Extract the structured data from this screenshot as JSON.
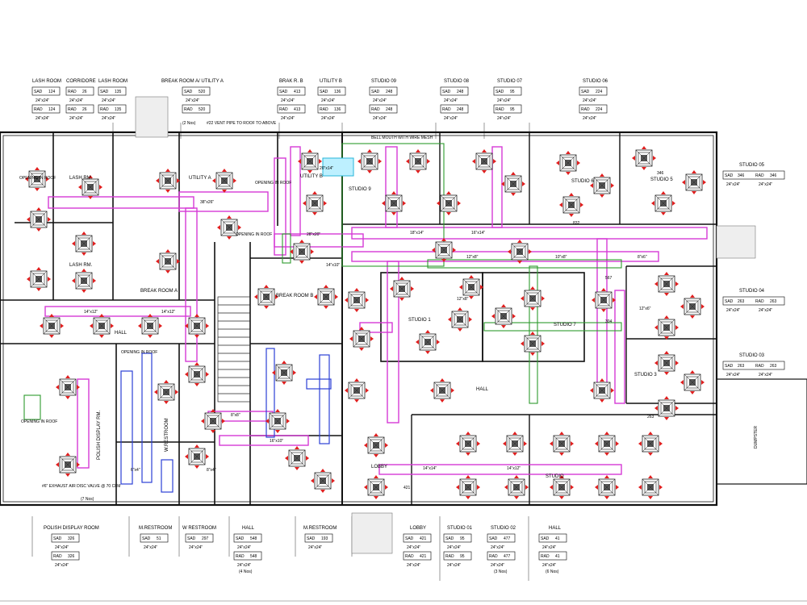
{
  "top_schedule": [
    {
      "room": "LASH ROOM",
      "sad": "124",
      "rad": "124",
      "size": "24\"x24\""
    },
    {
      "room": "CORRIDORE",
      "sad": "26",
      "rad": "26",
      "size": "24\"x24\""
    },
    {
      "room": "LASH ROOM",
      "sad": "135",
      "rad": "135",
      "size": "24\"x24\""
    },
    {
      "room": "BREAK ROOM A/ UTILITY A",
      "sad": "520",
      "rad": "520",
      "size": "24\"x24\"",
      "note": "(2 Nos)"
    },
    {
      "room": "BRAK R. B",
      "sad": "413",
      "rad": "413",
      "size": "24\"x24\""
    },
    {
      "room": "UTILITY B",
      "sad": "136",
      "rad": "136",
      "size": "24\"x24\""
    },
    {
      "room": "STUDIO 09",
      "sad": "248",
      "rad": "248",
      "size": "24\"x24\""
    },
    {
      "room": "STUDIO 08",
      "sad": "248",
      "rad": "248",
      "size": "24\"x24\""
    },
    {
      "room": "STUDIO 07",
      "sad": "95",
      "rad": "95",
      "size": "24\"x24\""
    },
    {
      "room": "STUDIO 06",
      "sad": "224",
      "rad": "224",
      "size": "24\"x24\""
    }
  ],
  "right_schedule": [
    {
      "room": "STUDIO 05",
      "sad": "346",
      "rad": "346",
      "size": "24\"x24\""
    },
    {
      "room": "STUDIO 04",
      "sad": "263",
      "rad": "263",
      "size": "24\"x24\""
    },
    {
      "room": "STUDIO 03",
      "sad": "263",
      "rad": "263",
      "size": "24\"x24\""
    }
  ],
  "bottom_schedule": [
    {
      "room": "POLISH DISPLAY ROOM",
      "sad": "326",
      "rad": "326",
      "size": "24\"x24\""
    },
    {
      "room": "M.RESTROOM",
      "sad": "51",
      "size": "24\"x24\""
    },
    {
      "room": "W RESTROOM",
      "sad": "297",
      "size": "24\"x24\""
    },
    {
      "room": "HALL",
      "sad": "548",
      "rad": "548",
      "size": "24\"x24\"",
      "note": "(4 Nos)"
    },
    {
      "room": "M.RESTROOM",
      "sad": "193",
      "size": "24\"x24\""
    },
    {
      "room": "LOBBY",
      "sad": "421",
      "rad": "421",
      "size": "24\"x24\""
    },
    {
      "room": "STUDIO 01",
      "sad": "95",
      "rad": "95",
      "size": "24\"x24\""
    },
    {
      "room": "STUDIO 02",
      "sad": "477",
      "rad": "477",
      "size": "24\"x24\"",
      "note": "(3 Nos)"
    },
    {
      "room": "HALL",
      "sad": "41",
      "rad": "41",
      "size": "24\"x24\"",
      "note": "(6 Nos)"
    }
  ],
  "room_labels": {
    "lash_rm_1": "LASH RM.",
    "lash_rm_2": "LASH RM.",
    "break_room_a": "BREAK ROOM A",
    "break_room_b": "BREAK ROOM B",
    "utility_a": "UTILITY A",
    "utility_b": "UTILITY B",
    "hall_left": "HALL",
    "hall_center": "HALL",
    "lobby": "LOBBY",
    "studio_1": "STUDIO 1",
    "studio_3": "STUDIO 3",
    "studio_5": "STUDIO 5",
    "studio_6": "STUDIO 6",
    "studio_7": "STUDIO 7",
    "studio_9": "STUDIO 9",
    "polish_display": "POLISH DISPLAY RM.",
    "w_restroom": "W.RESTROOM",
    "studio_lower": "STUDIO"
  },
  "annotations": {
    "vent_pipe": "#22 VENT PIPE TO ROOF TO ABOVE",
    "bell_mouth": "BELL MOUTH WITH WIRE MESH",
    "opening_roof_1": "OPENING IN ROOF",
    "opening_roof_2": "OPENING IN ROOF",
    "opening_roof_3": "OPENING IN ROOF",
    "opening_roof_4": "OPENING IN ROOF",
    "opening_roof_5": "OPENING IN ROOF",
    "exhaust": "#6\" EXHAUST AIR DISC VALVE @ 70 CFM",
    "exhaust_nos": "(7 Nos)",
    "dumpster": "DUMPSTER"
  },
  "duct_sizes": [
    "38\"x26\"",
    "28\"x20\"",
    "14\"x10\"",
    "18\"x14\"",
    "16\"x14\"",
    "14\"x12\"",
    "14\"x12\"",
    "12\"x8\"",
    "10\"x8\"",
    "8\"x6\"",
    "12\"x6\"",
    "16\"x10\"",
    "14\"x12\"",
    "14\"x14\"",
    "6\"x4\"",
    "8\"x4\"",
    "20\"x14\"",
    "12\"x8\"",
    "8\"x8\""
  ],
  "cfm_labels": [
    "567",
    "304",
    "263",
    "421",
    "346",
    "832"
  ],
  "colors": {
    "supply_duct": "#d63ad6",
    "return_duct": "#2d9a2d",
    "exhaust_duct": "#2b3fd6",
    "diffuser_arrow": "#e01f1f",
    "diffuser_core": "#444444",
    "wall": "#111111",
    "cyan_unit": "#27b6d8"
  }
}
